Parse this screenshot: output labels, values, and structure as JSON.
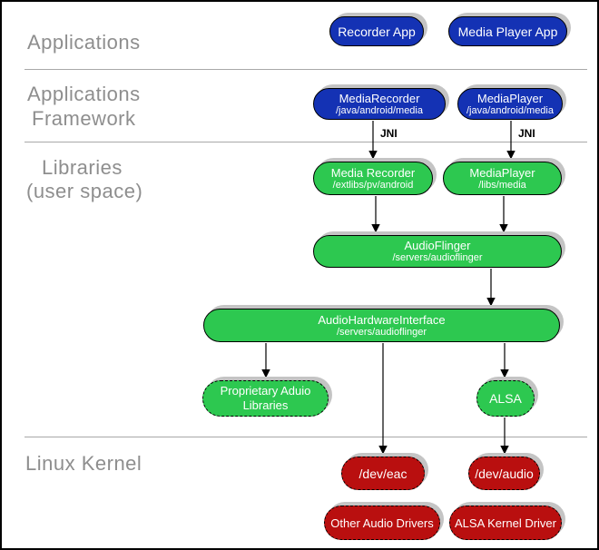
{
  "sections": {
    "applications": {
      "label": "Applications"
    },
    "framework": {
      "line1": "Applications",
      "line2": "Framework"
    },
    "libraries": {
      "line1": "Libraries",
      "line2": "(user space)"
    },
    "kernel": {
      "label": "Linux Kernel"
    }
  },
  "nodes": {
    "recorder_app": {
      "title": "Recorder App"
    },
    "media_player_app": {
      "title": "Media Player App"
    },
    "media_recorder_fw": {
      "title": "MediaRecorder",
      "subtitle": "/java/android/media"
    },
    "media_player_fw": {
      "title": "MediaPlayer",
      "subtitle": "/java/android/media"
    },
    "media_recorder_lib": {
      "title": "Media Recorder",
      "subtitle": "/extlibs/pv/android"
    },
    "media_player_lib": {
      "title": "MediaPlayer",
      "subtitle": "/libs/media"
    },
    "audio_flinger": {
      "title": "AudioFlinger",
      "subtitle": "/servers/audioflinger"
    },
    "audio_hw_interface": {
      "title": "AudioHardwareInterface",
      "subtitle": "/servers/audioflinger"
    },
    "proprietary_libs": {
      "title": "Proprietary Aduio Libraries"
    },
    "alsa": {
      "title": "ALSA"
    },
    "dev_eac": {
      "title": "/dev/eac"
    },
    "dev_audio": {
      "title": "/dev/audio"
    },
    "other_audio_drivers": {
      "title": "Other Audio Drivers"
    },
    "alsa_kernel_driver": {
      "title": "ALSA Kernel Driver"
    }
  },
  "edges": [
    {
      "from": "media_recorder_fw",
      "to": "media_recorder_lib",
      "label": "JNI"
    },
    {
      "from": "media_player_fw",
      "to": "media_player_lib",
      "label": "JNI"
    },
    {
      "from": "media_recorder_lib",
      "to": "audio_flinger"
    },
    {
      "from": "media_player_lib",
      "to": "audio_flinger"
    },
    {
      "from": "audio_flinger",
      "to": "audio_hw_interface"
    },
    {
      "from": "audio_hw_interface",
      "to": "proprietary_libs"
    },
    {
      "from": "audio_hw_interface",
      "to": "dev_eac"
    },
    {
      "from": "audio_hw_interface",
      "to": "alsa"
    },
    {
      "from": "alsa",
      "to": "dev_audio"
    }
  ],
  "colors": {
    "app_blue": "#1432b4",
    "lib_green": "#2dc850",
    "kernel_red": "#b90f0f",
    "shadow_gray": "#c4c4c4",
    "label_gray": "#8e8e8e",
    "line_gray": "#a8a8a8"
  }
}
